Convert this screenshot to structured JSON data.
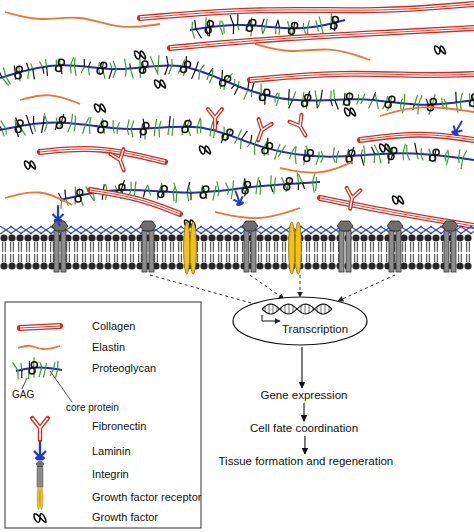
{
  "diagram": {
    "nodes": [
      {
        "text": [
          "Transcription"
        ]
      },
      {
        "text": [
          "Gene expression"
        ]
      },
      {
        "text": [
          "Cell fate coordination"
        ]
      },
      {
        "text": [
          "Tissue formation and regeneration"
        ]
      }
    ],
    "edges": [
      {
        "from": 0,
        "to": 1,
        "arrow": "to"
      },
      {
        "from": 1,
        "to": 2,
        "arrow": "to"
      },
      {
        "from": 2,
        "to": 3,
        "arrow": "to"
      }
    ],
    "labels": [
      "GAG",
      "core protein"
    ],
    "legend": [
      {
        "text": "Collagen"
      },
      {
        "text": "Elastin"
      },
      {
        "text": "Proteoglycan"
      },
      {
        "text": "Fibronectin"
      },
      {
        "text": "Laminin"
      },
      {
        "text": "Integrin"
      },
      {
        "text": "Growth factor receptor"
      },
      {
        "text": "Growth factor"
      }
    ]
  }
}
